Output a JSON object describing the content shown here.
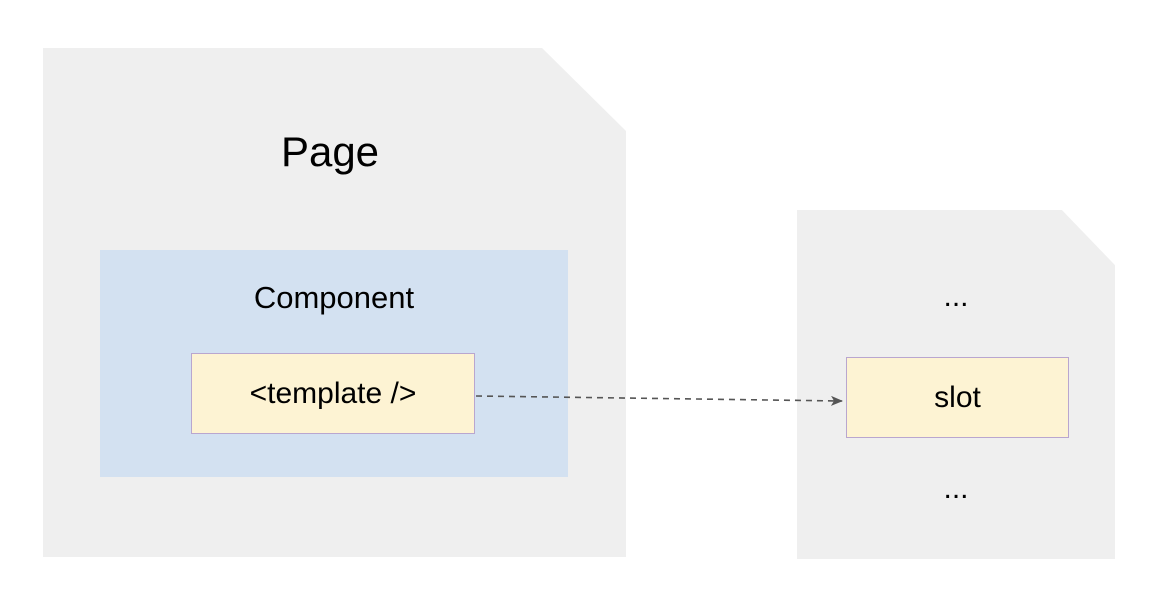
{
  "page": {
    "title": "Page",
    "component": {
      "title": "Component",
      "template_label": "<template />"
    }
  },
  "target": {
    "ellipsis_top": "...",
    "slot_label": "slot",
    "ellipsis_bottom": "..."
  },
  "colors": {
    "document_fill": "#efefef",
    "component_fill": "#d3e1f1",
    "slot_fill": "#fdf3d3",
    "slot_border": "#b9a6cf",
    "arrow": "#555555"
  }
}
